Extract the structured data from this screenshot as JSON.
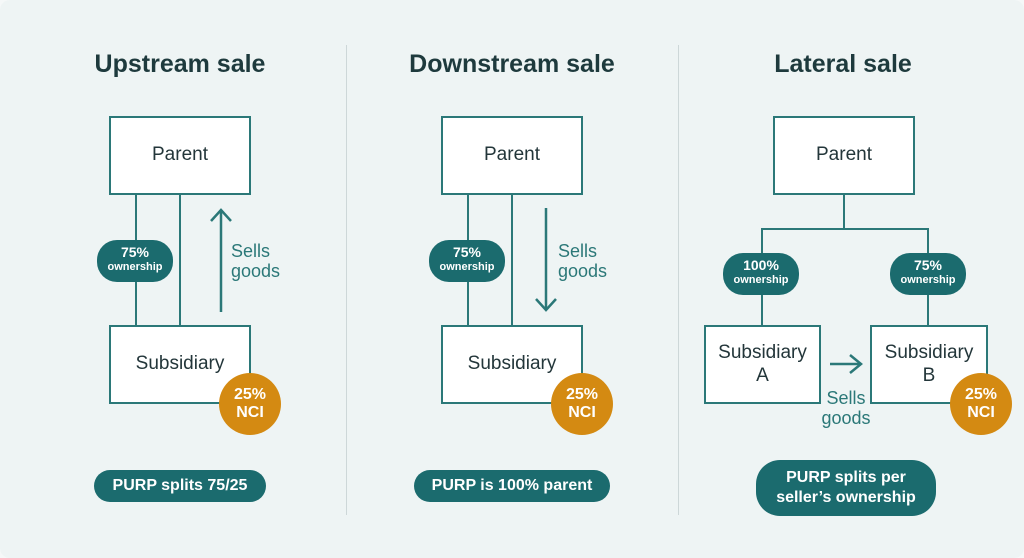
{
  "colors": {
    "teal": "#2b7878",
    "teal_dark": "#1b6b6e",
    "orange": "#d48a12",
    "title": "#1e3a3d",
    "background": "#eef4f4"
  },
  "upstream": {
    "title": "Upstream sale",
    "parent": "Parent",
    "subsidiary": "Subsidiary",
    "ownership_pct": "75%",
    "ownership_label": "ownership",
    "arrow_label_1": "Sells",
    "arrow_label_2": "goods",
    "nci_pct": "25%",
    "nci_label": "NCI",
    "footer": "PURP splits 75/25"
  },
  "downstream": {
    "title": "Downstream sale",
    "parent": "Parent",
    "subsidiary": "Subsidiary",
    "ownership_pct": "75%",
    "ownership_label": "ownership",
    "arrow_label_1": "Sells",
    "arrow_label_2": "goods",
    "nci_pct": "25%",
    "nci_label": "NCI",
    "footer": "PURP is 100% parent"
  },
  "lateral": {
    "title": "Lateral sale",
    "parent": "Parent",
    "sub_a_line1": "Subsidiary",
    "sub_a_line2": "A",
    "sub_b_line1": "Subsidiary",
    "sub_b_line2": "B",
    "ownership_a_pct": "100%",
    "ownership_b_pct": "75%",
    "ownership_label": "ownership",
    "arrow_label_1": "Sells",
    "arrow_label_2": "goods",
    "nci_pct": "25%",
    "nci_label": "NCI",
    "footer_line1": "PURP splits per",
    "footer_line2": "seller’s ownership"
  }
}
